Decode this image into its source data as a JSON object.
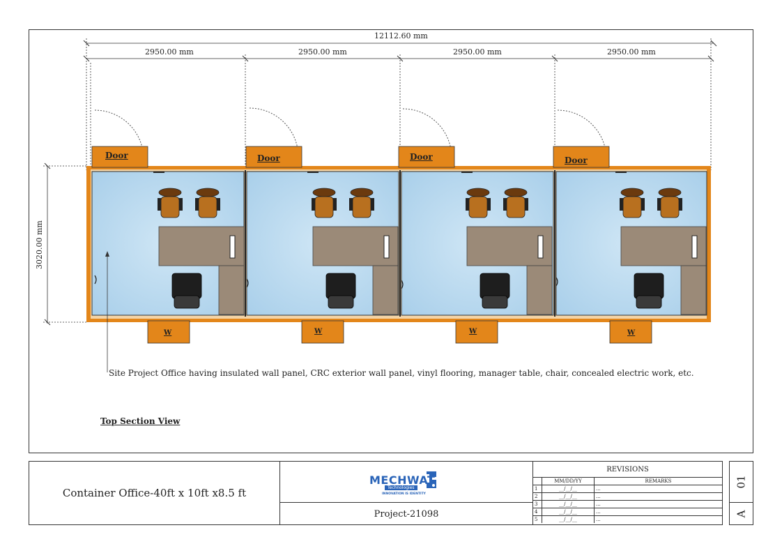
{
  "dimensions": {
    "overall": "12112.60 mm",
    "segments": [
      "2950.00 mm",
      "2950.00 mm",
      "2950.00 mm",
      "2950.00 mm"
    ],
    "height": "3020.00 mm"
  },
  "labels": {
    "door": "Door",
    "window": "W"
  },
  "note": "Site Project Office having insulated wall panel, CRC exterior wall panel, vinyl flooring, manager table, chair, concealed electric work, etc.",
  "view_title": "Top Section View",
  "title_block": {
    "project_name": "Container Office-40ft x 10ft x8.5 ft",
    "project_number": "Project-21098",
    "logo_name": "MECHWAT",
    "logo_sub": "Technologies",
    "logo_tagline": "INNOVATION IS IDENTITY",
    "revisions_title": "REVISIONS",
    "rev_col_date": "MM/DD/YY",
    "rev_col_remarks": "REMARKS",
    "rev_rows": [
      {
        "num": "1",
        "date": "__/__/__",
        "remark": "..."
      },
      {
        "num": "2",
        "date": "__/__/__",
        "remark": "..."
      },
      {
        "num": "3",
        "date": "__/__/__",
        "remark": "..."
      },
      {
        "num": "4",
        "date": "__/__/__",
        "remark": "..."
      },
      {
        "num": "5",
        "date": "__/__/__",
        "remark": "..."
      }
    ],
    "sheet_number": "01",
    "sheet_size": "A"
  },
  "colors": {
    "floor": "#bcd9ee",
    "container_frame": "#e3861a",
    "desk": "#9b8a78",
    "chair_wood": "#b8701f",
    "office_chair": "#333333"
  }
}
